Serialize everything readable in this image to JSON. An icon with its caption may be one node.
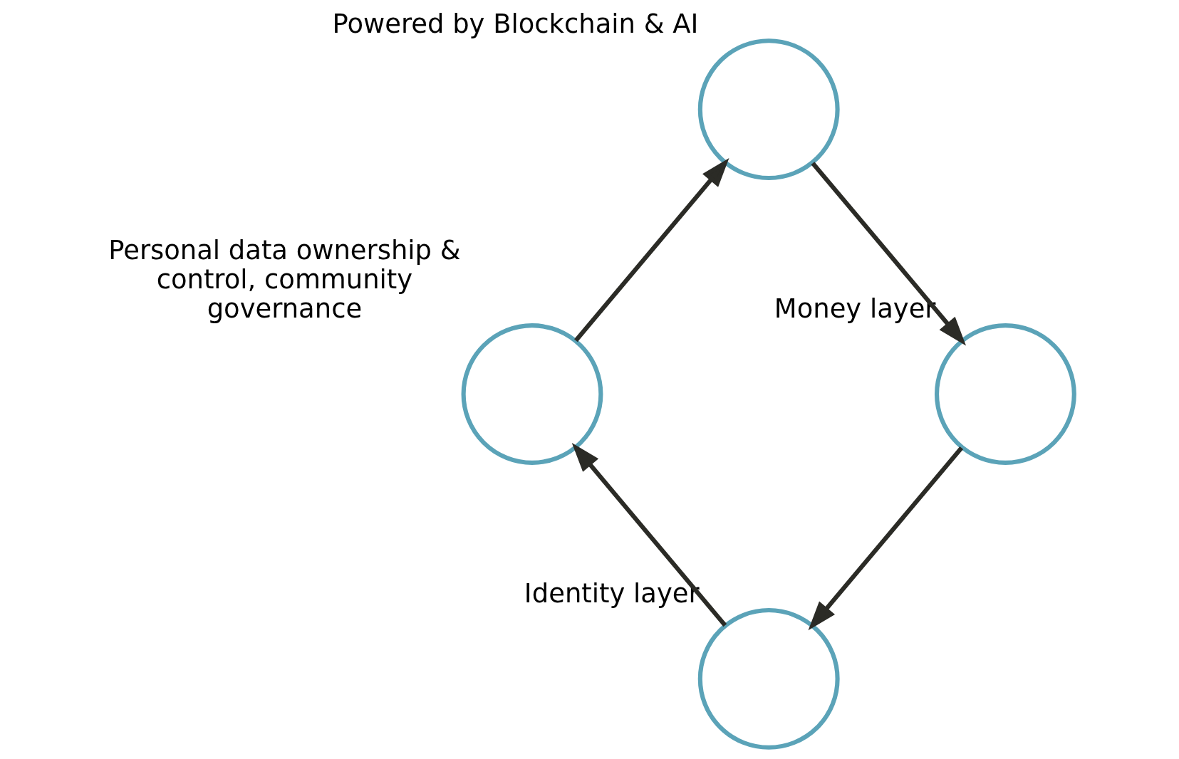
{
  "diagram": {
    "nodes": [
      {
        "text": [
          "Powered by Blockchain & AI"
        ]
      },
      {
        "text": [
          "Money layer"
        ]
      },
      {
        "text": [
          "Identity layer"
        ]
      },
      {
        "text": [
          "Personal data ownership & control, community governance"
        ]
      }
    ],
    "edges": [
      {
        "from": 0,
        "to": 1,
        "arrow": "to"
      },
      {
        "from": 1,
        "to": 2,
        "arrow": "to"
      },
      {
        "from": 2,
        "to": 3,
        "arrow": "to"
      },
      {
        "from": 3,
        "to": 0,
        "arrow": "to"
      }
    ]
  }
}
